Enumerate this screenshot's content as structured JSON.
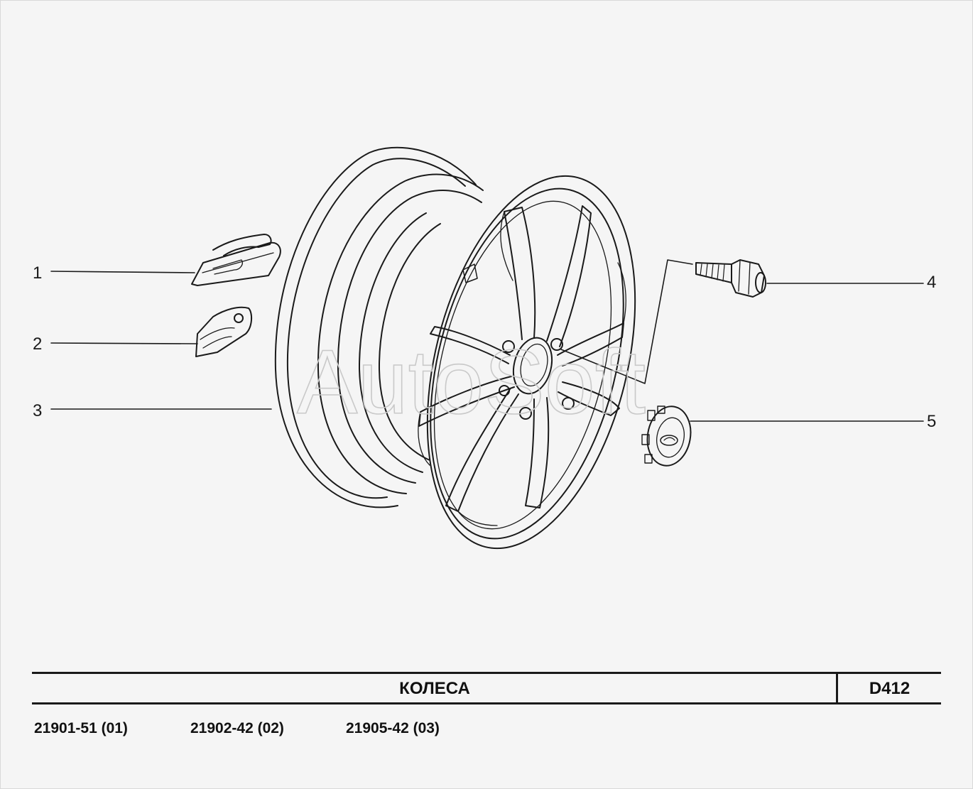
{
  "diagram": {
    "watermark": "AutoSoft",
    "callouts": [
      {
        "number": "1",
        "part": "balance-weight-clip"
      },
      {
        "number": "2",
        "part": "balance-weight"
      },
      {
        "number": "3",
        "part": "wheel-rim"
      },
      {
        "number": "4",
        "part": "wheel-bolt"
      },
      {
        "number": "5",
        "part": "center-hub-cap"
      }
    ]
  },
  "title_block": {
    "name": "КОЛЕСА",
    "code": "D412"
  },
  "models": [
    {
      "label": "21901-51 (01)"
    },
    {
      "label": "21902-42 (02)"
    },
    {
      "label": "21905-42 (03)"
    }
  ]
}
